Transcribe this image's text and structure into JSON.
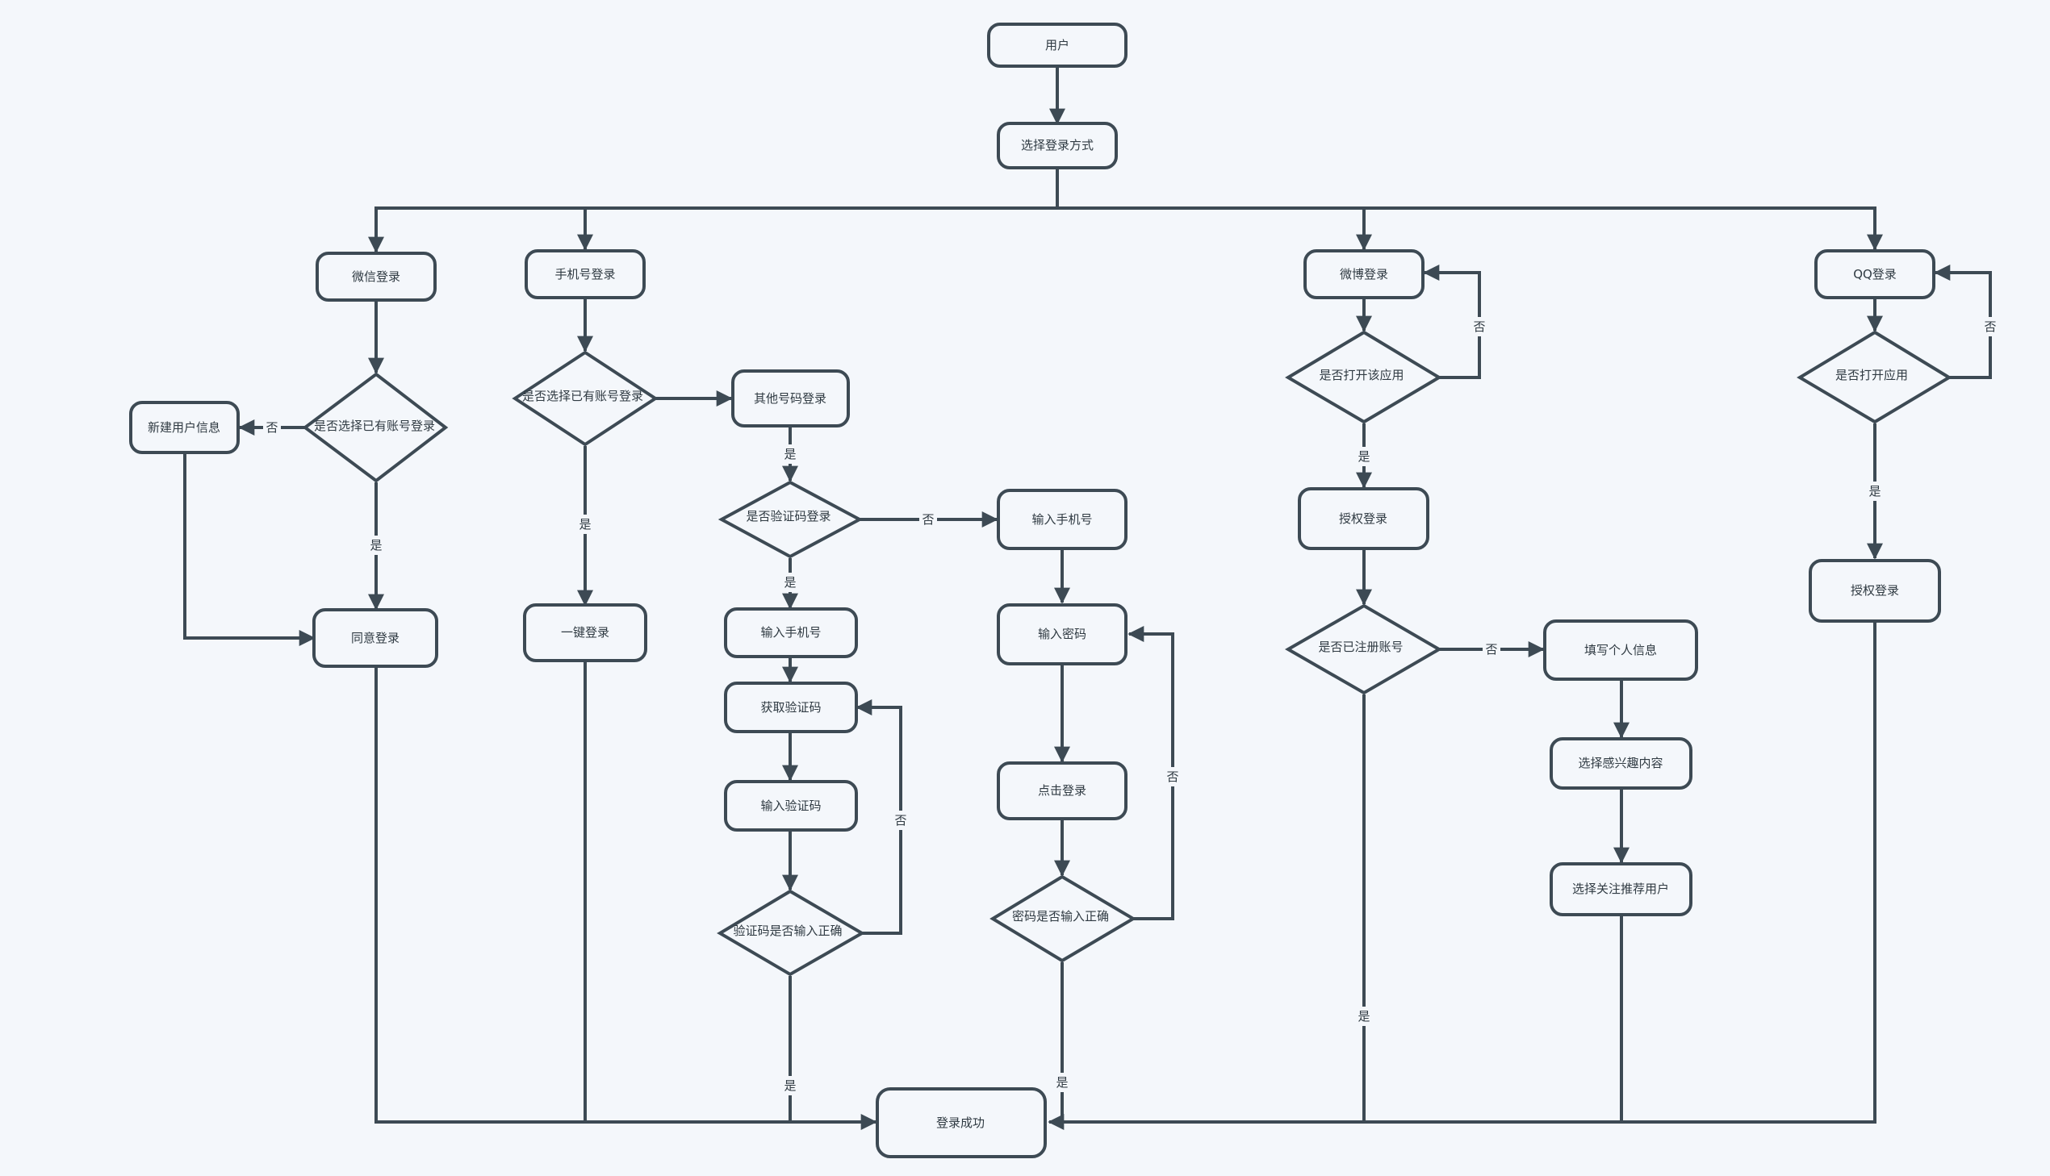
{
  "diagram": {
    "nodes": {
      "user": "用户",
      "choose_method": "选择登录方式",
      "wechat_login": "微信登录",
      "phone_login": "手机号登录",
      "weibo_login": "微博登录",
      "qq_login": "QQ登录",
      "wechat_existing_q": "是否选择已有账号登录",
      "new_user_info": "新建用户信息",
      "agree_login": "同意登录",
      "phone_existing_q": "是否选择已有账号登录",
      "one_click_login": "一键登录",
      "other_number_login": "其他号码登录",
      "sms_login_q": "是否验证码登录",
      "input_phone_sms": "输入手机号",
      "get_code": "获取验证码",
      "input_code": "输入验证码",
      "code_correct_q": "验证码是否输入正确",
      "input_phone_pwd": "输入手机号",
      "input_password": "输入密码",
      "click_login": "点击登录",
      "password_correct_q": "密码是否输入正确",
      "weibo_app_open_q": "是否打开该应用",
      "weibo_auth_login": "授权登录",
      "registered_q": "是否已注册账号",
      "fill_profile": "填写个人信息",
      "choose_interests": "选择感兴趣内容",
      "follow_recommended": "选择关注推荐用户",
      "qq_app_open_q": "是否打开应用",
      "qq_auth_login": "授权登录",
      "login_success": "登录成功"
    },
    "edge_labels": {
      "yes": "是",
      "no": "否"
    },
    "colors": {
      "background": "#f4f7fb",
      "stroke": "#3d4a54",
      "text": "#2f3a42"
    }
  }
}
